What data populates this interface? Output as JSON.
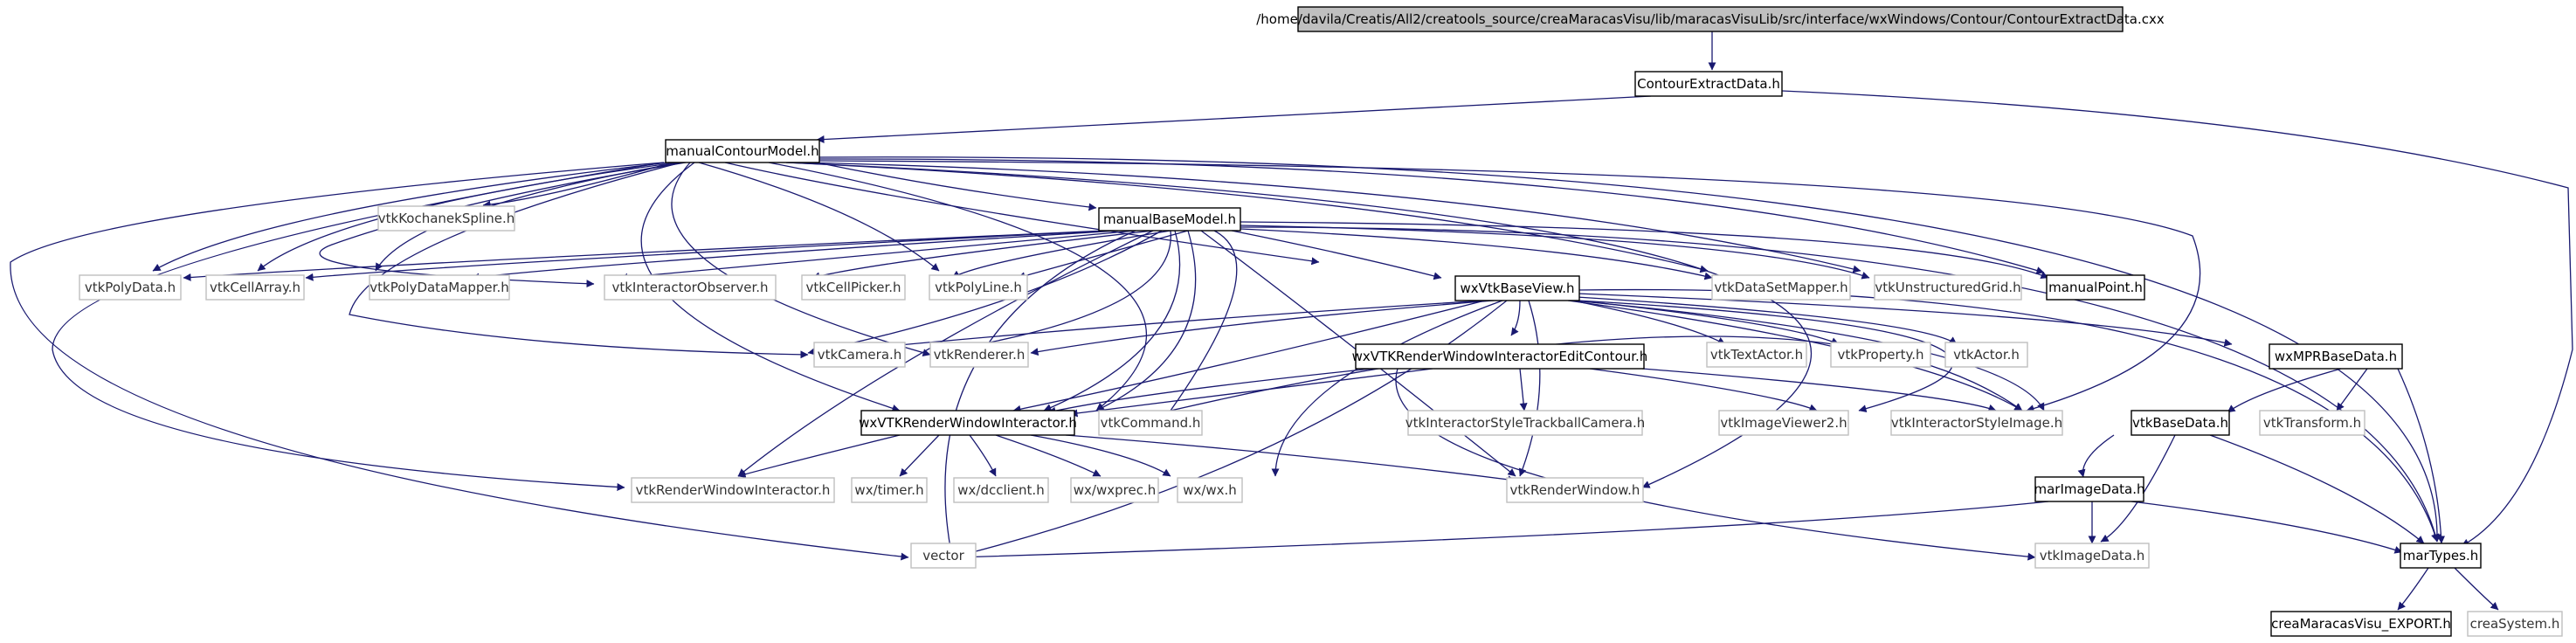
{
  "graph": {
    "edge_color": "#191970",
    "nodes": {
      "root": {
        "label": "/home/davila/Creatis/All2/creatools_source/creaMaracasVisu/lib/maracasVisuLib/src/interface/wxWindows/Contour/ContourExtractData.cxx",
        "kind": "root"
      },
      "contourExtractData": {
        "label": "ContourExtractData.h",
        "kind": "proj"
      },
      "manualContourModel": {
        "label": "manualContourModel.h",
        "kind": "proj"
      },
      "vtkKochanekSpline": {
        "label": "vtkKochanekSpline.h",
        "kind": "sys"
      },
      "manualBaseModel": {
        "label": "manualBaseModel.h",
        "kind": "proj"
      },
      "vtkPolyData": {
        "label": "vtkPolyData.h",
        "kind": "sys"
      },
      "vtkCellArray": {
        "label": "vtkCellArray.h",
        "kind": "sys"
      },
      "vtkPolyDataMapper": {
        "label": "vtkPolyDataMapper.h",
        "kind": "sys"
      },
      "vtkInteractorObserver": {
        "label": "vtkInteractorObserver.h",
        "kind": "sys"
      },
      "vtkCellPicker": {
        "label": "vtkCellPicker.h",
        "kind": "sys"
      },
      "vtkPolyLine": {
        "label": "vtkPolyLine.h",
        "kind": "sys"
      },
      "wxVtkBaseView": {
        "label": "wxVtkBaseView.h",
        "kind": "proj"
      },
      "vtkDataSetMapper": {
        "label": "vtkDataSetMapper.h",
        "kind": "sys"
      },
      "vtkUnstructuredGrid": {
        "label": "vtkUnstructuredGrid.h",
        "kind": "sys"
      },
      "manualPoint": {
        "label": "manualPoint.h",
        "kind": "proj"
      },
      "vtkCamera": {
        "label": "vtkCamera.h",
        "kind": "sys"
      },
      "vtkRenderer": {
        "label": "vtkRenderer.h",
        "kind": "sys"
      },
      "wxVTKEditContour": {
        "label": "wxVTKRenderWindowInteractorEditContour.h",
        "kind": "proj"
      },
      "vtkTextActor": {
        "label": "vtkTextActor.h",
        "kind": "sys"
      },
      "vtkProperty": {
        "label": "vtkProperty.h",
        "kind": "sys"
      },
      "vtkActor": {
        "label": "vtkActor.h",
        "kind": "sys"
      },
      "wxMPRBaseData": {
        "label": "wxMPRBaseData.h",
        "kind": "proj"
      },
      "wxVTKRWI": {
        "label": "wxVTKRenderWindowInteractor.h",
        "kind": "proj"
      },
      "vtkCommand": {
        "label": "vtkCommand.h",
        "kind": "sys"
      },
      "vtkTrackballCamera": {
        "label": "vtkInteractorStyleTrackballCamera.h",
        "kind": "sys"
      },
      "vtkImageViewer2": {
        "label": "vtkImageViewer2.h",
        "kind": "sys"
      },
      "vtkInteractorStyleImage": {
        "label": "vtkInteractorStyleImage.h",
        "kind": "sys"
      },
      "vtkBaseData": {
        "label": "vtkBaseData.h",
        "kind": "proj"
      },
      "vtkTransform": {
        "label": "vtkTransform.h",
        "kind": "sys"
      },
      "vtkRWI": {
        "label": "vtkRenderWindowInteractor.h",
        "kind": "sys"
      },
      "wxTimer": {
        "label": "wx/timer.h",
        "kind": "sys"
      },
      "wxDcclient": {
        "label": "wx/dcclient.h",
        "kind": "sys"
      },
      "wxWxprec": {
        "label": "wx/wxprec.h",
        "kind": "sys"
      },
      "wxWx": {
        "label": "wx/wx.h",
        "kind": "sys"
      },
      "vtkRenderWindow": {
        "label": "vtkRenderWindow.h",
        "kind": "sys"
      },
      "marImageData": {
        "label": "marImageData.h",
        "kind": "proj"
      },
      "vector": {
        "label": "vector",
        "kind": "sys"
      },
      "vtkImageData": {
        "label": "vtkImageData.h",
        "kind": "sys"
      },
      "marTypes": {
        "label": "marTypes.h",
        "kind": "proj"
      },
      "creaExport": {
        "label": "creaMaracasVisu_EXPORT.h",
        "kind": "proj"
      },
      "creaSystem": {
        "label": "creaSystem.h",
        "kind": "sys"
      }
    }
  }
}
